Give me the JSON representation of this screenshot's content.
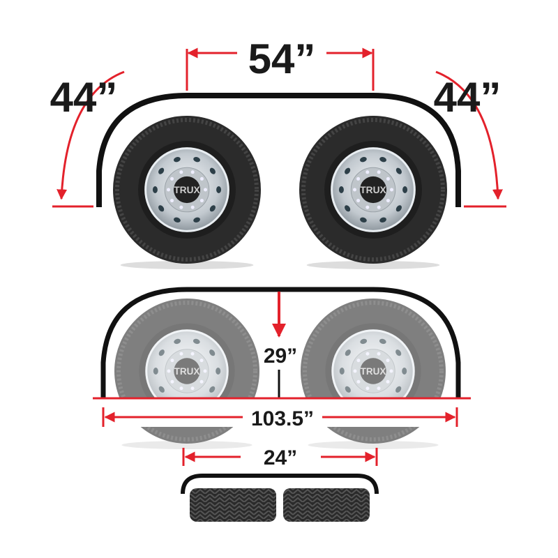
{
  "colors": {
    "dimension": "#e3212b",
    "fender": "#111111",
    "tire": "#2b2b2b",
    "tire_faded": "#7a7a7a",
    "rim": "#c9cfd4"
  },
  "top": {
    "arc_left": "44”",
    "span": "54”",
    "arc_right": "44”"
  },
  "middle": {
    "height": "29”",
    "length": "103.5”"
  },
  "bottom": {
    "width": "24”"
  },
  "logo": "TRUX"
}
